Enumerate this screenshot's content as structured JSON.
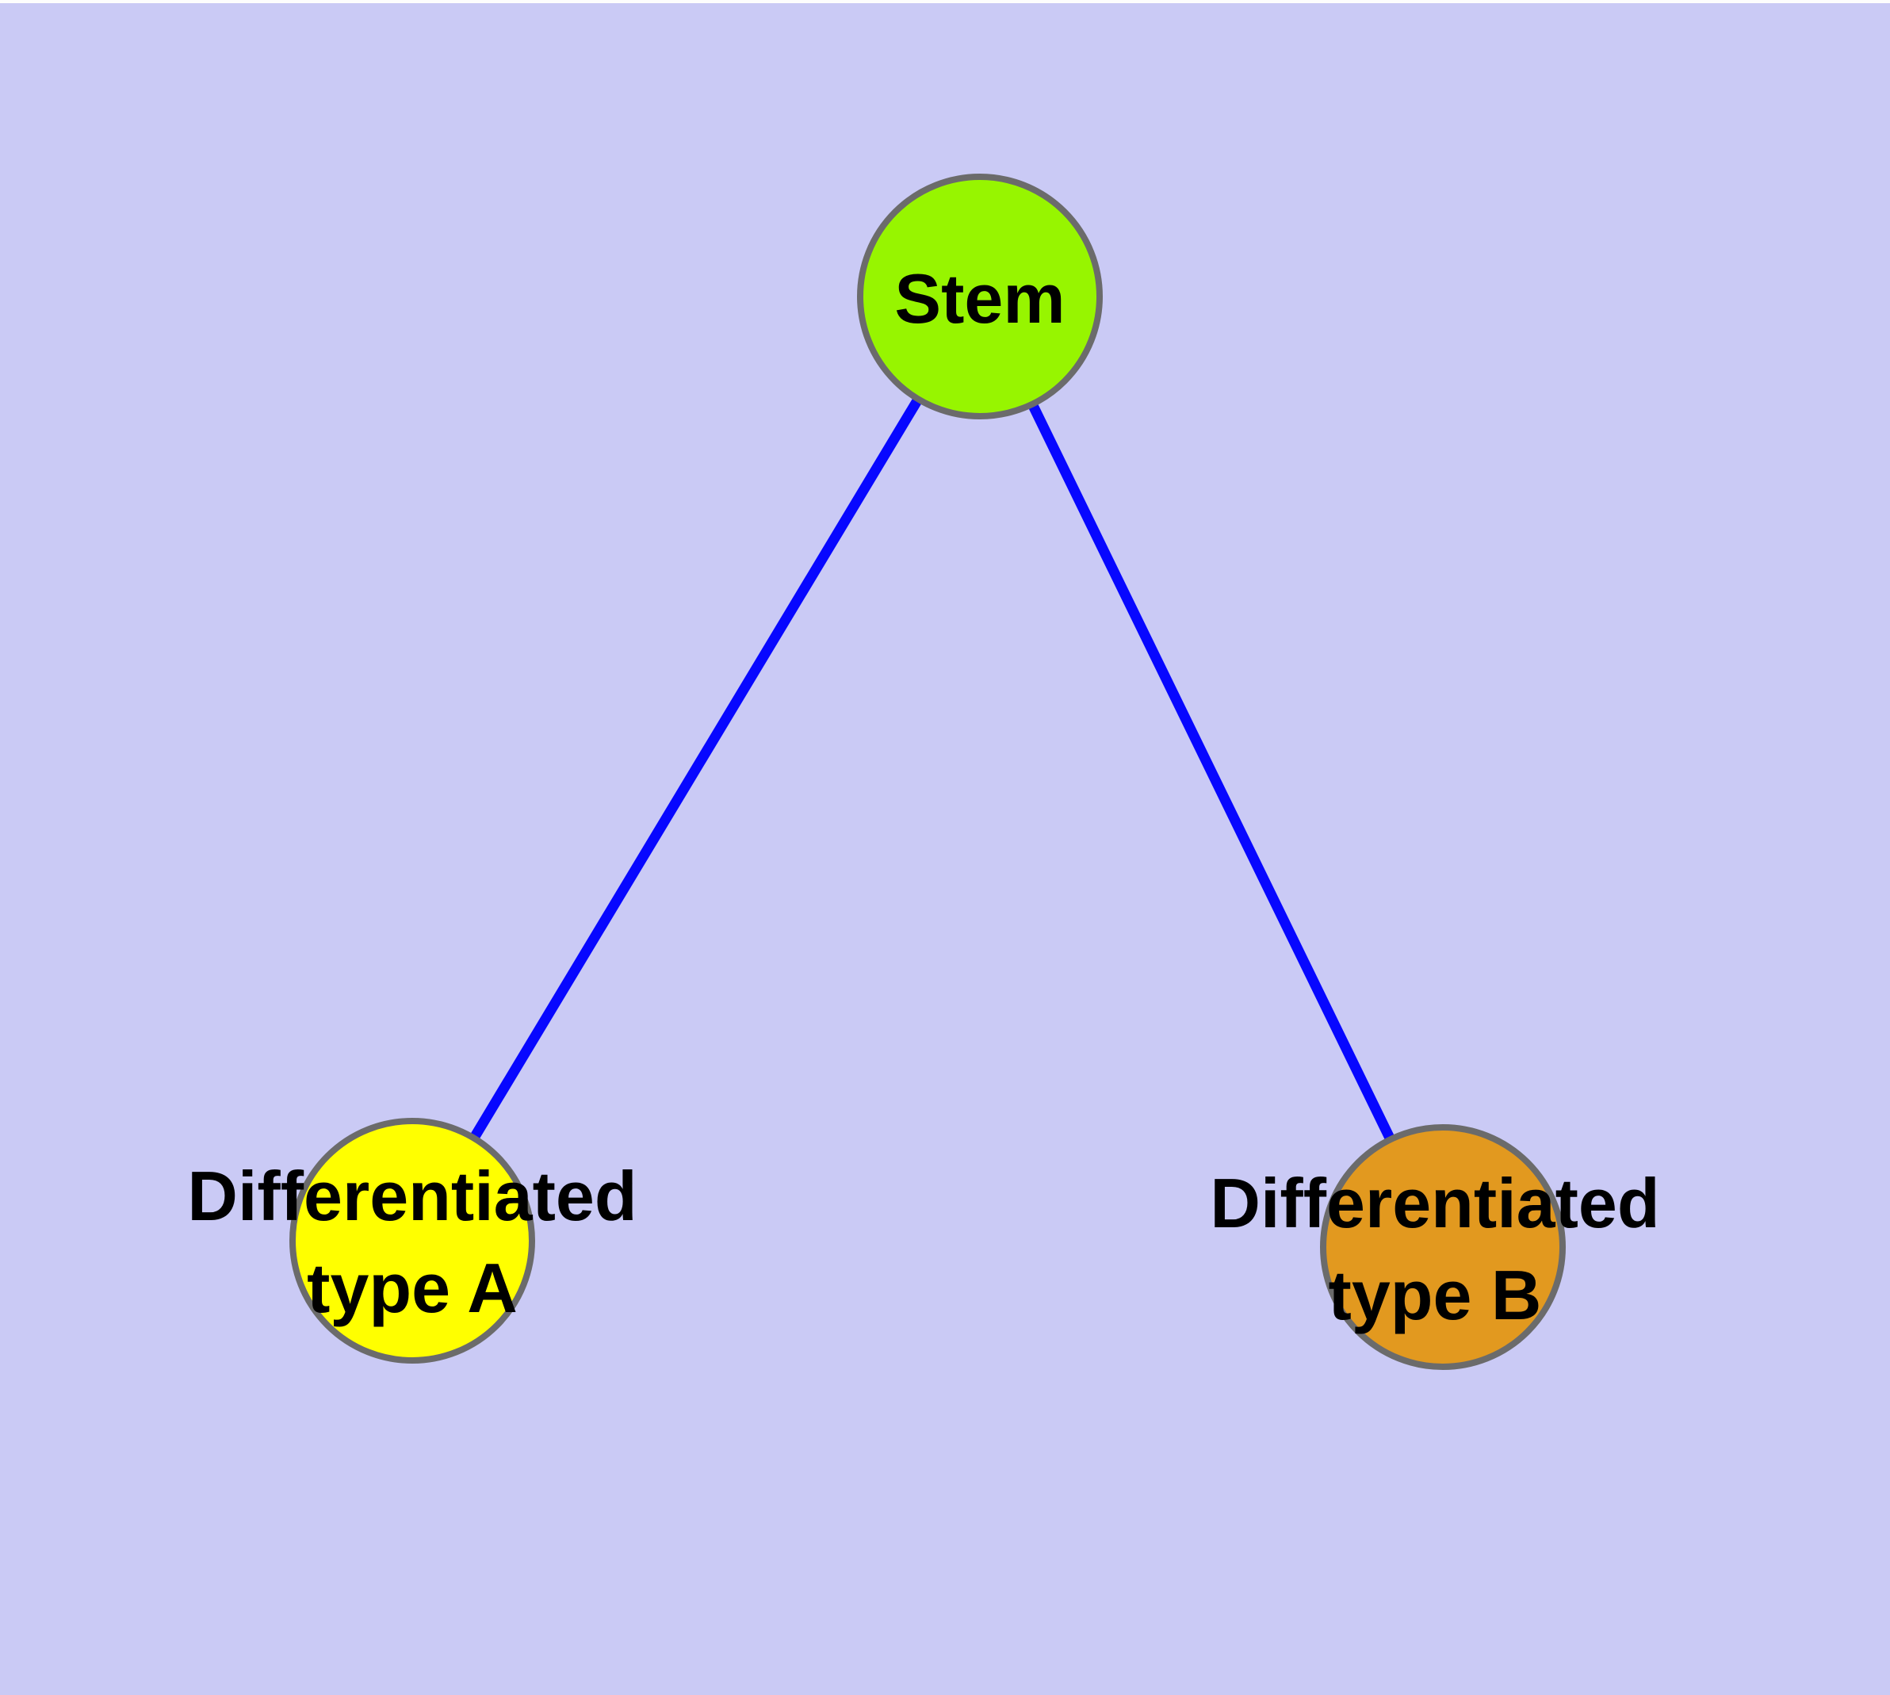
{
  "diagram": {
    "type": "graph",
    "background_color": "#cacaf5",
    "top_strip_color": "#fdfdfd",
    "node_border_color": "#6b6b6b",
    "edge_color": "#0707ff",
    "text_color": "#000000",
    "nodes": {
      "stem": {
        "label": "Stem",
        "fill": "#97f500"
      },
      "type_a": {
        "label_line1": "Differentiated",
        "label_line2": "type A",
        "fill": "#ffff00"
      },
      "type_b": {
        "label_line1": "Differentiated",
        "label_line2": "type B",
        "fill": "#e2991f"
      }
    },
    "edges": {
      "connections": [
        {
          "from": "Stem",
          "to": "Differentiated type A"
        },
        {
          "from": "Stem",
          "to": "Differentiated type B"
        }
      ]
    }
  }
}
